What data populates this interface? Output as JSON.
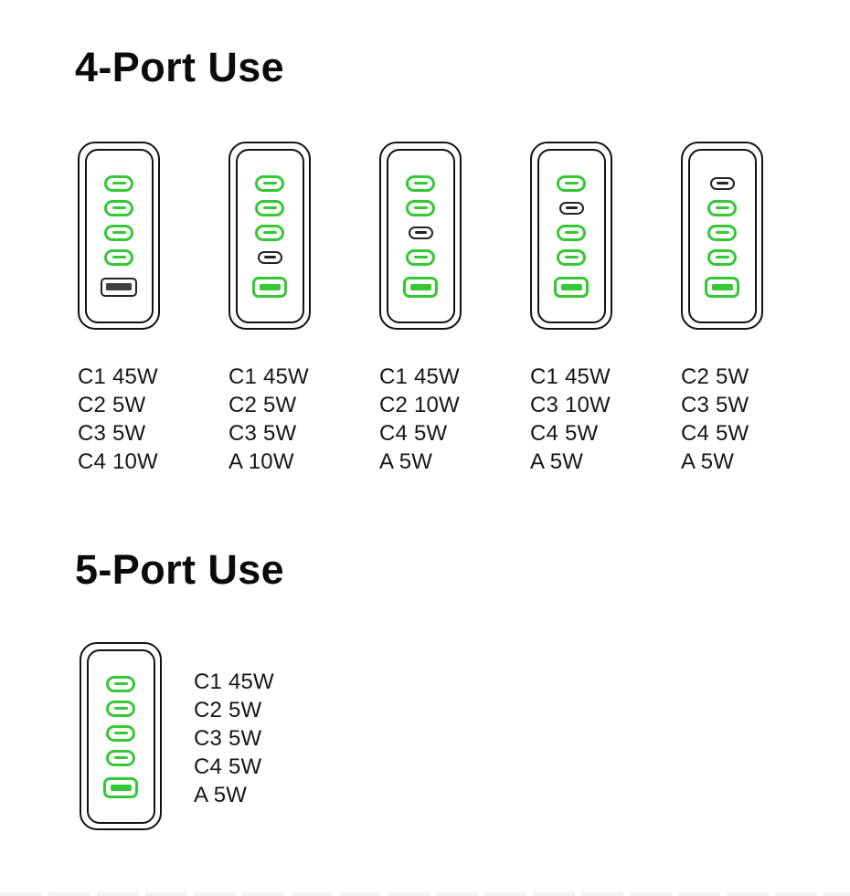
{
  "colors": {
    "background": "#ffffff",
    "active_green": "#35c835",
    "inactive_dark": "#242424",
    "usb_a_inactive_fill": "#404040",
    "outline": "#121212",
    "text": "#161616",
    "heading": "#0b0b0b",
    "bottom_strip": "#f2f2f2"
  },
  "sections": [
    {
      "id": "four-port",
      "title": "4-Port Use",
      "layout": "labels-below",
      "chargers": [
        {
          "ports": [
            "c-active",
            "c-active",
            "c-active",
            "c-active",
            "a-inactive"
          ],
          "labels": [
            "C1 45W",
            "C2 5W",
            "C3 5W",
            "C4 10W"
          ]
        },
        {
          "ports": [
            "c-active",
            "c-active",
            "c-active",
            "c-inactive",
            "a-active"
          ],
          "labels": [
            "C1 45W",
            "C2 5W",
            "C3 5W",
            "A 10W"
          ]
        },
        {
          "ports": [
            "c-active",
            "c-active",
            "c-inactive",
            "c-active",
            "a-active"
          ],
          "labels": [
            "C1 45W",
            "C2 10W",
            "C4 5W",
            "A 5W"
          ]
        },
        {
          "ports": [
            "c-active",
            "c-inactive",
            "c-active",
            "c-active",
            "a-active"
          ],
          "labels": [
            "C1 45W",
            "C3 10W",
            "C4 5W",
            "A 5W"
          ]
        },
        {
          "ports": [
            "c-inactive",
            "c-active",
            "c-active",
            "c-active",
            "a-active"
          ],
          "labels": [
            "C2 5W",
            "C3 5W",
            "C4 5W",
            "A 5W"
          ]
        }
      ]
    },
    {
      "id": "five-port",
      "title": "5-Port Use",
      "layout": "labels-right",
      "chargers": [
        {
          "ports": [
            "c-active",
            "c-active",
            "c-active",
            "c-active",
            "a-active"
          ],
          "labels": [
            "C1 45W",
            "C2 5W",
            "C3 5W",
            "C4 5W",
            "A 5W"
          ]
        }
      ]
    }
  ]
}
